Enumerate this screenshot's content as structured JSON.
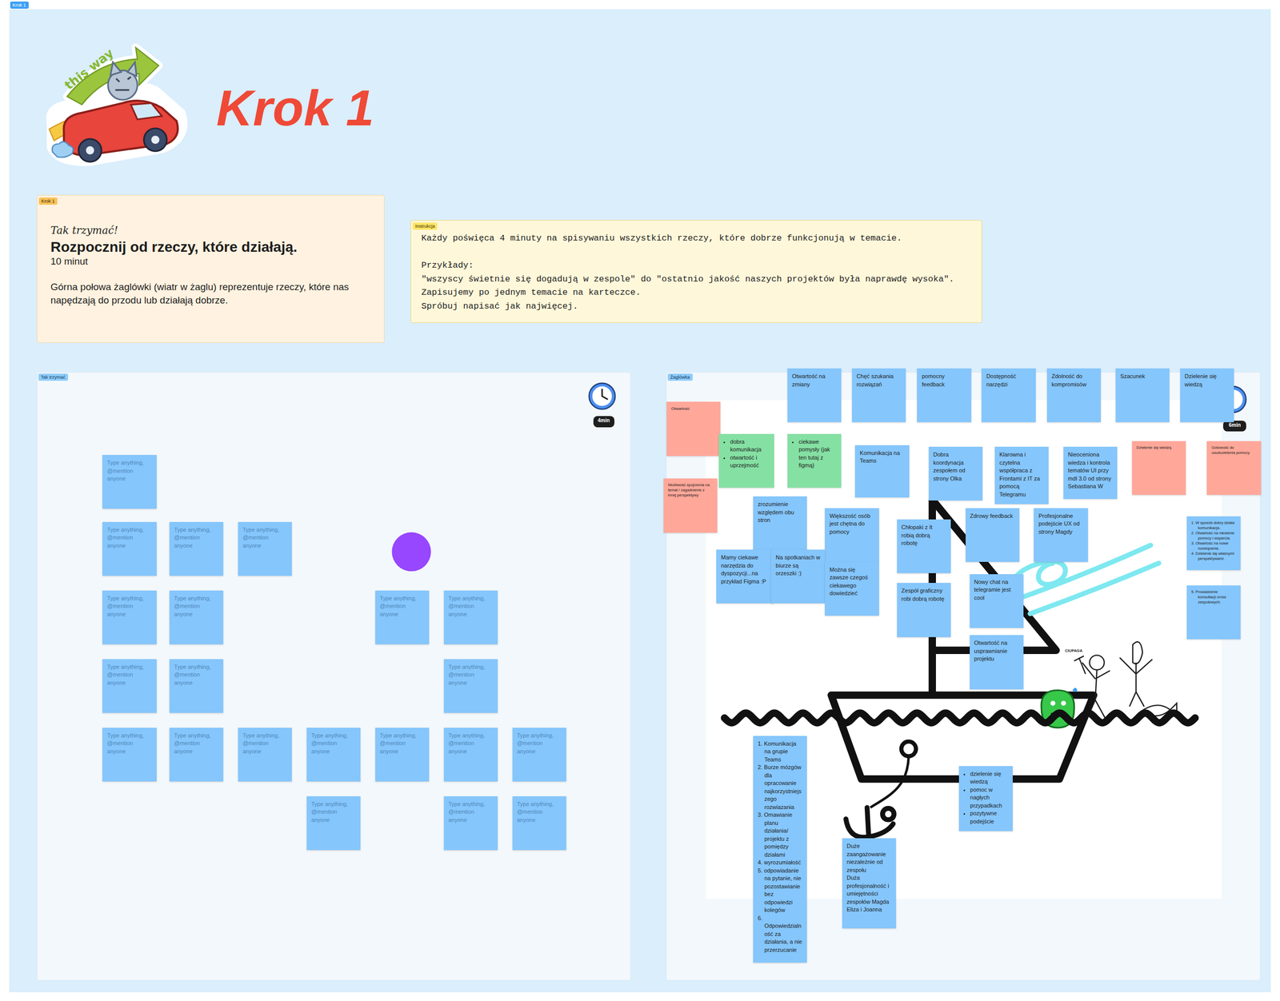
{
  "diagram": {
    "title": "Krok 1",
    "nodes": [
      {
        "text": [
          "Krok 1"
        ]
      },
      {
        "text": [
          "Krok 1",
          "Tak trzymać!",
          "Rozpocznij od rzeczy, które działają.",
          "10 minut",
          "Górna połowa żaglówki (wiatr w żaglu) reprezentuje rzeczy, które nas napędzają do przodu lub działają dobrze."
        ],
        "in": 0
      },
      {
        "text": [
          "Instrukcja",
          "Każdy poświęca 4 minuty na spisywaniu wszystkich rzeczy, które dobrze funkcjonują w temacie.",
          "Przykłady:",
          "\"wszyscy świetnie się dogadują w zespole\" do \"ostatnio jakość naszych projektów była naprawdę wysoka\".",
          "Zapisujemy po jednym temacie na karteczce.",
          "Spróbuj napisać jak najwięcej."
        ],
        "in": 0
      },
      {
        "text": [
          "Tak trzymać"
        ],
        "in": 0
      },
      {
        "text": [
          "4min"
        ],
        "in": 3
      },
      {
        "text": [
          "Type anything, @mention anyone"
        ],
        "in": 3
      },
      {
        "text": [
          "Type anything, @mention anyone"
        ],
        "in": 3
      },
      {
        "text": [
          "Type anything, @mention anyone"
        ],
        "in": 3
      },
      {
        "text": [
          "Type anything, @mention anyone"
        ],
        "in": 3
      },
      {
        "text": [
          "Type anything, @mention anyone"
        ],
        "in": 3
      },
      {
        "text": [
          "Type anything, @mention anyone"
        ],
        "in": 3
      },
      {
        "text": [
          "Type anything, @mention anyone"
        ],
        "in": 3
      },
      {
        "text": [
          "Type anything, @mention anyone"
        ],
        "in": 3
      },
      {
        "text": [
          "Type anything, @mention anyone"
        ],
        "in": 3
      },
      {
        "text": [
          "Type anything, @mention anyone"
        ],
        "in": 3
      },
      {
        "text": [
          "Type anything, @mention anyone"
        ],
        "in": 3
      },
      {
        "text": [
          "Type anything, @mention anyone"
        ],
        "in": 3
      },
      {
        "text": [
          "Type anything, @mention anyone"
        ],
        "in": 3
      },
      {
        "text": [
          "Type anything, @mention anyone"
        ],
        "in": 3
      },
      {
        "text": [
          "Type anything, @mention anyone"
        ],
        "in": 3
      },
      {
        "text": [
          "Type anything, @mention anyone"
        ],
        "in": 3
      },
      {
        "text": [
          "Type anything, @mention anyone"
        ],
        "in": 3
      },
      {
        "text": [
          "Type anything, @mention anyone"
        ],
        "in": 3
      },
      {
        "text": [
          "Type anything, @mention anyone"
        ],
        "in": 3
      },
      {
        "text": [
          "Type anything, @mention anyone"
        ],
        "in": 3
      },
      {
        "text": [
          "Type anything, @mention anyone"
        ],
        "in": 3
      },
      {
        "text": [
          "Żaglówka"
        ],
        "in": 0
      },
      {
        "text": [
          "6min"
        ],
        "in": 26
      },
      {
        "text": [
          "Otwartość na zmiany"
        ],
        "in": 26
      },
      {
        "text": [
          "Chęć szukania rozwiązań"
        ],
        "in": 26
      },
      {
        "text": [
          "pomocny feedback"
        ],
        "in": 26
      },
      {
        "text": [
          "Dostępność narzędzi"
        ],
        "in": 26
      },
      {
        "text": [
          "Zdolność do kompromisów"
        ],
        "in": 26
      },
      {
        "text": [
          "Szacunek"
        ],
        "in": 26
      },
      {
        "text": [
          "Dzielenie się wiedzą"
        ],
        "in": 26
      },
      {
        "text": [
          "Otwartość"
        ],
        "in": 26
      },
      {
        "text": [
          "dobra komunikacja",
          "otwartość i uprzejmość"
        ],
        "in": 26
      },
      {
        "text": [
          "ciekawe pomysły (jak ten tutaj z figmą)"
        ],
        "in": 26
      },
      {
        "text": [
          "Komunikacja na Teams"
        ],
        "in": 26
      },
      {
        "text": [
          "Dobra koordynacja zespołem od strony Olka"
        ],
        "in": 26
      },
      {
        "text": [
          "Klarowna i czytelna współpraca z Frontami z IT za pomocą Telegramu"
        ],
        "in": 26
      },
      {
        "text": [
          "Nieoceniona wiedza i kontrola tematów UI przy mdl 3.0 od strony Sebastiana W"
        ],
        "in": 26
      },
      {
        "text": [
          "Dzielenie się wiedzą"
        ],
        "in": 26
      },
      {
        "text": [
          "Gotowość do usuduzielenia pomocy"
        ],
        "in": 26
      },
      {
        "text": [
          "Możliwość spojrzenia na temat / zagadnienie z innej perspektywy"
        ],
        "in": 26
      },
      {
        "text": [
          "zrozumienie względem obu stron"
        ],
        "in": 26
      },
      {
        "text": [
          "Większość osób jest chętna do pomocy"
        ],
        "in": 26
      },
      {
        "text": [
          "Zdrowy feedback"
        ],
        "in": 26
      },
      {
        "text": [
          "Profesjonalne podejście UX od strony Magdy"
        ],
        "in": 26
      },
      {
        "text": [
          "1. W sposób dobry działa komunikacja.",
          "2. Otwartość na niesienie pomocy i wsparcia.",
          "3. Otwartość na nowe rozwiązania.",
          "4. Dzielenie się własnymi perspektywami."
        ],
        "in": 26
      },
      {
        "text": [
          "Chłopaki z It robią dobrą robotę"
        ],
        "in": 26
      },
      {
        "text": [
          "Mamy ciekawe narzędzia do dyspozycji...na przykład Figma :P"
        ],
        "in": 26
      },
      {
        "text": [
          "Na spotkaniach w biurze są orzeszki :)"
        ],
        "in": 26
      },
      {
        "text": [
          "Można się zawsze czegoś ciekawego dowiedzieć"
        ],
        "in": 26
      },
      {
        "text": [
          "Nowy chat na telegramie jest cool"
        ],
        "in": 26
      },
      {
        "text": [
          "Zespół graficzny robi dobrą robotę"
        ],
        "in": 26
      },
      {
        "text": [
          "5. Prowadzenie konsultacji cross zespołowych."
        ],
        "in": 26
      },
      {
        "text": [
          "Otwartość na usprawnianie projektu"
        ],
        "in": 26
      },
      {
        "text": [
          "1. Komunikacja na grupie Teams",
          "2. Burze mózgów dla opracowanie najkorzystniejszego rozwiazania",
          "3. Omawianie planu działania/ projektu z pomiędzy działami",
          "4. wyrozumiałość",
          "5. odpowiadanie na pytanie, nie pozostawianie bez odpowiedzi kolegów",
          "6. Odpowiedzialność za działania, a nie przerzucanie"
        ],
        "in": 26
      },
      {
        "text": [
          "dzielenie się wiedzą",
          "pomoc w nagłych przypadkach",
          "pozytywne podejście"
        ],
        "in": 26
      },
      {
        "text": [
          "Duże zaangażowanie niezależnie od zespołu",
          "Duża profesjonalność i umiejętności zespołów Magda Eliza i Joanna"
        ],
        "in": 26
      }
    ],
    "labels": [
      "this way",
      "CIUPAGA"
    ]
  }
}
